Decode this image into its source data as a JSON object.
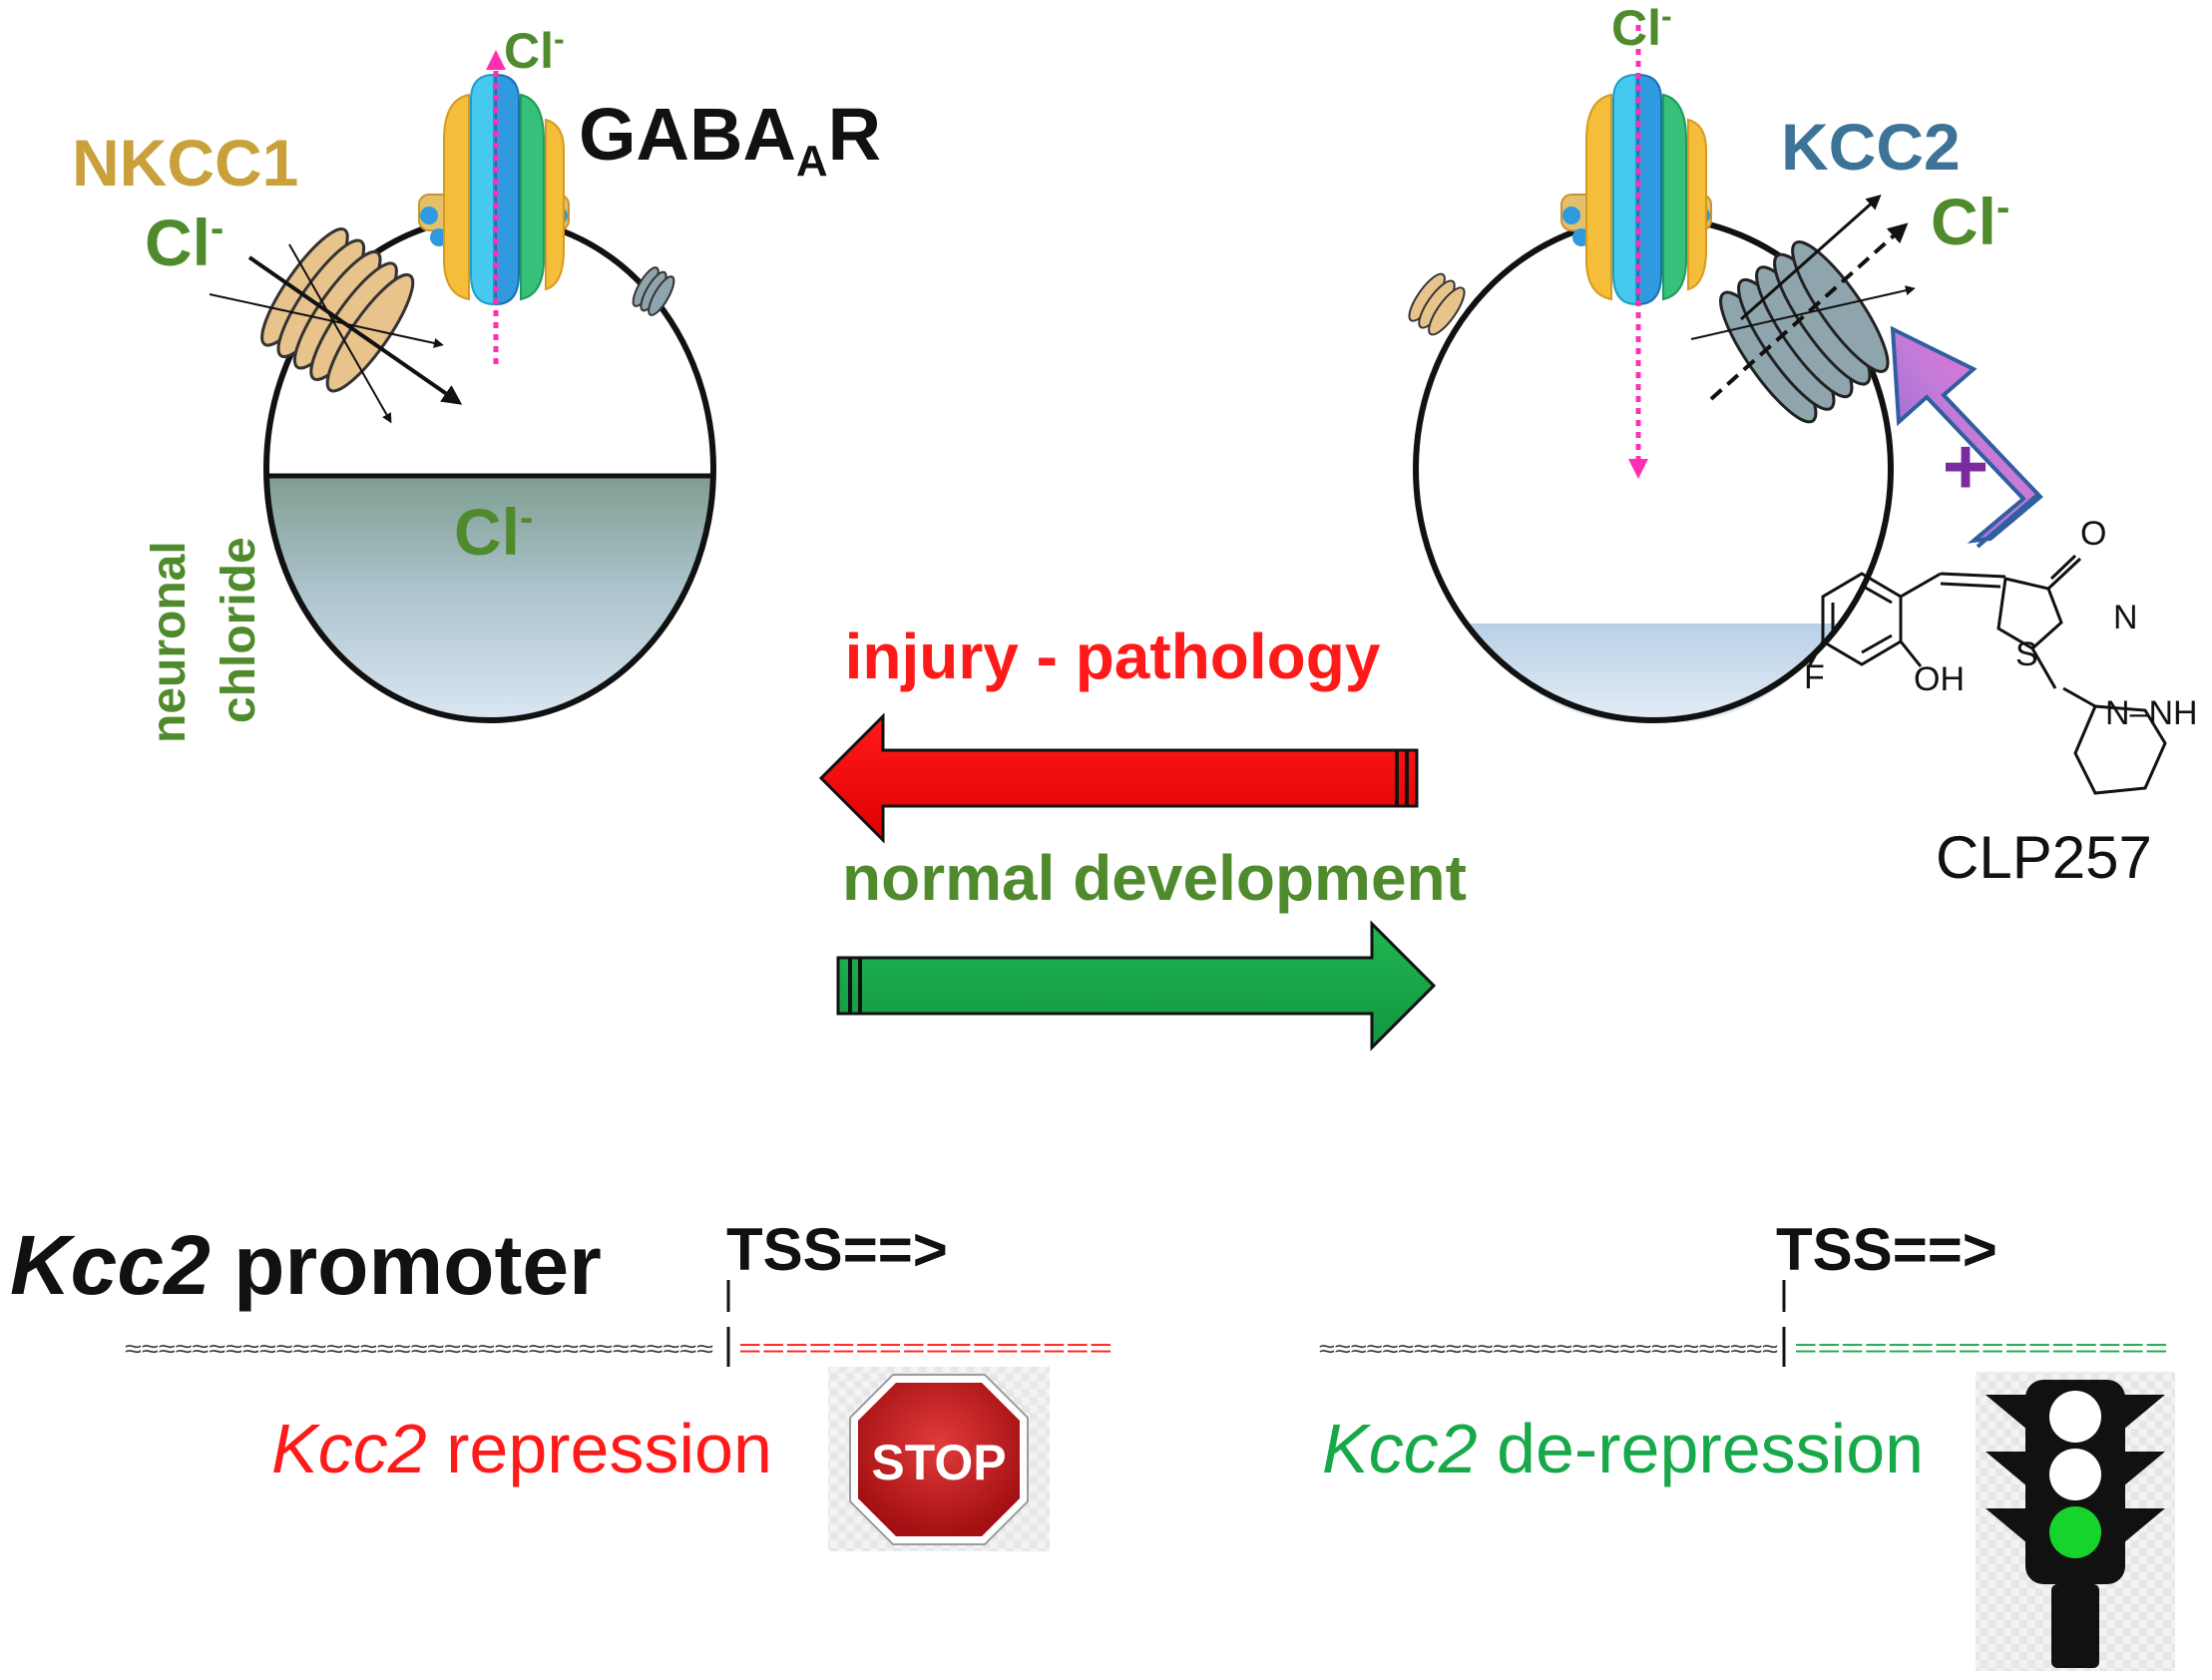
{
  "colors": {
    "nkcc1": "#c9a03a",
    "chloride_green": "#4f8a2c",
    "kcc2_blue": "#3d7396",
    "red": "#ff1a1a",
    "green": "#17a84a",
    "magenta": "#ff2fb4",
    "membrane": "#111111",
    "water_top": "#7f9e8f",
    "water_bottom": "#cfe0ee"
  },
  "left_cell": {
    "nkcc1_label": "NKCC1",
    "cl_nkcc1": "Cl",
    "cl_top": "Cl",
    "gabaar_main": "GABA",
    "gabaar_sub": "A",
    "gabaar_end": "R",
    "cl_inside": "Cl",
    "neuronal": "neuronal",
    "chloride": "chloride",
    "superscript_minus": "-"
  },
  "right_cell": {
    "cl_top": "Cl",
    "kcc2_label": "KCC2",
    "cl_kcc2": "Cl",
    "superscript_minus": "-",
    "compound": {
      "name": "CLP257",
      "atom_o": "O",
      "atom_n": "N",
      "atom_s": "S",
      "atom_f": "F",
      "atom_oh": "OH",
      "atom_nn": "N–NH"
    },
    "plus_sign": "+"
  },
  "arrows": {
    "injury": "injury - pathology",
    "normal": "normal development"
  },
  "promoter": {
    "title_italic": "Kcc2",
    "title_rest": " promoter",
    "tss_left": "TSS==>",
    "tss_right": "TSS==>",
    "left_upstream": "≈≈≈≈≈≈≈≈≈≈≈≈≈≈≈≈≈≈≈≈≈≈≈≈≈≈≈≈≈≈≈≈≈≈≈",
    "left_downstream": "================",
    "right_upstream": "≈≈≈≈≈≈≈≈≈≈≈≈≈≈≈≈≈≈≈≈≈≈≈≈≈≈≈≈≈",
    "right_downstream": "================",
    "repression_italic": "Kcc2",
    "repression_rest": " repression",
    "derepression_italic": "Kcc2",
    "derepression_rest": " de-repression",
    "stop_sign": "STOP"
  }
}
